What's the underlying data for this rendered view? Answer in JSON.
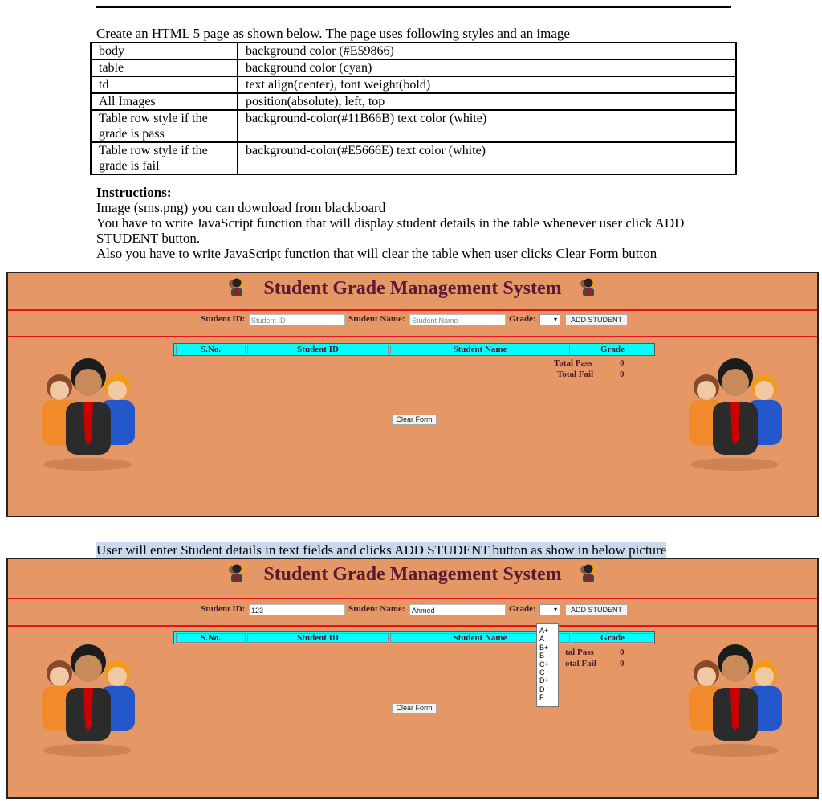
{
  "doc": {
    "intro": "Create an HTML 5 page as shown below. The page uses following styles and an image",
    "styles": [
      {
        "element": "body",
        "style": "background color (#E59866)"
      },
      {
        "element": "table",
        "style": "background color (cyan)"
      },
      {
        "element": "td",
        "style": "text align(center), font weight(bold)"
      },
      {
        "element": "All Images",
        "style": "position(absolute), left, top"
      },
      {
        "element": "Table row style if the grade is pass",
        "style": "background-color(#11B66B) text color (white)"
      },
      {
        "element": "Table row style if the grade is fail",
        "style": "background-color(#E5666E) text color (white)"
      }
    ],
    "instructions_heading": "Instructions:",
    "instructions": [
      "Image (sms.png) you can download from blackboard",
      "You have to write JavaScript function that will display student details in the table whenever user click ADD STUDENT button.",
      "Also you have to write JavaScript function that will clear the table when user clicks Clear Form button"
    ],
    "caption": "User will enter Student details in text fields and clicks ADD STUDENT button as show in below picture"
  },
  "app": {
    "title": "Student Grade Management System",
    "student_id_label": "Student ID:",
    "student_name_label": "Student Name:",
    "grade_label": "Grade:",
    "student_id_placeholder": "Student ID",
    "student_name_placeholder": "Student Name",
    "add_button": "ADD STUDENT",
    "clear_button": "Clear Form",
    "columns": [
      "S.No.",
      "Student ID",
      "Student Name",
      "Grade"
    ],
    "total_pass_label": "Total Pass",
    "total_fail_label": "Total Fail",
    "total_pass": "0",
    "total_fail": "0",
    "filled_student_id": "123",
    "filled_student_name": "Ahmed",
    "grade_options": [
      "A+",
      "A",
      "B+",
      "B",
      "C+",
      "C",
      "D+",
      "D",
      "F"
    ],
    "second_panel_pass_label": "tal Pass",
    "second_panel_fail_label": "otal Fail"
  },
  "colors": {
    "body": "#E59866",
    "table": "#00FFFF",
    "pass": "#11B66B",
    "fail": "#E5666E"
  },
  "icons": [
    "sms-logo-icon",
    "students-group-icon"
  ]
}
